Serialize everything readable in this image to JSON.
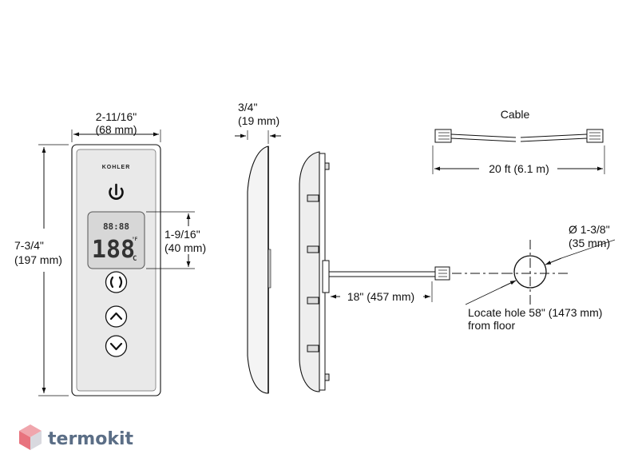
{
  "front_view": {
    "brand": "KOHLER",
    "clock_digits": "88:88",
    "temp_digits": "188",
    "temp_unit_small": "°F",
    "temp_unit_c": "C",
    "width_dim": {
      "line1": "2-11/16\"",
      "line2": "(68 mm)"
    },
    "height_dim": {
      "line1": "7-3/4\"",
      "line2": "(197 mm)"
    },
    "display_dim": {
      "line1": "1-9/16\"",
      "line2": "(40 mm)"
    }
  },
  "side_view": {
    "depth_dim": {
      "line1": "3/4\"",
      "line2": "(19 mm)"
    }
  },
  "cable": {
    "title": "Cable",
    "length_dim": "20 ft (6.1 m)"
  },
  "mount": {
    "cable_length_dim": "18\" (457 mm)",
    "hole_dim": {
      "line1": "Ø 1-3/8\"",
      "line2": "(35 mm)"
    },
    "locate_note": {
      "line1": "Locate hole 58\" (1473 mm)",
      "line2": "from floor"
    }
  },
  "watermark": {
    "text": "termokit",
    "colors": {
      "top": "#f0a6ad",
      "left": "#e8737e",
      "right": "#d9d9df",
      "text": "#5b6e86"
    }
  }
}
